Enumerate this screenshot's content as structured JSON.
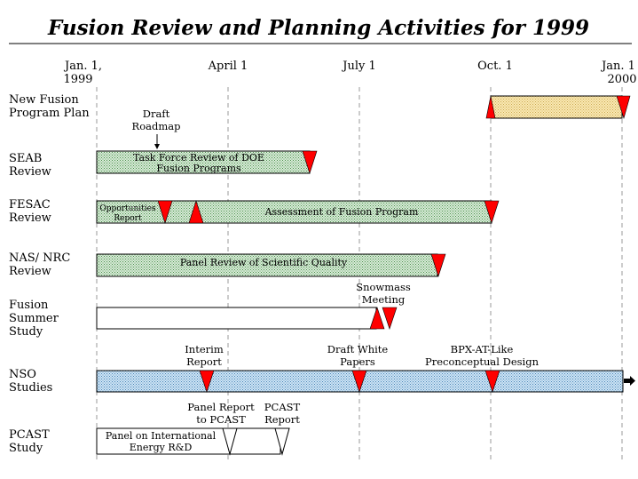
{
  "title": "Fusion Review and Planning Activities for 1999",
  "colors": {
    "milestone": "#ff0000",
    "dotted_green": "#c4e2c4",
    "dotted_blue": "#b9d9ef",
    "yellow": "#f6e0a0",
    "grid": "#999999"
  },
  "timeline": {
    "ticks": [
      {
        "line1": "Jan. 1,",
        "line2": "1999"
      },
      {
        "line1": "April 1",
        "line2": ""
      },
      {
        "line1": "July 1",
        "line2": ""
      },
      {
        "line1": "Oct. 1",
        "line2": ""
      },
      {
        "line1": "Jan. 1",
        "line2": "2000"
      }
    ]
  },
  "rows": [
    {
      "label_lines": [
        "New Fusion",
        "Program Plan"
      ],
      "bar_text": [],
      "annotations": [],
      "fill": "yellow"
    },
    {
      "label_lines": [
        "SEAB",
        "Review"
      ],
      "bar_text": [
        "Task Force Review of DOE",
        "Fusion Programs"
      ],
      "annotations": [
        {
          "lines": [
            "Draft",
            "Roadmap"
          ]
        }
      ],
      "fill": "green"
    },
    {
      "label_lines": [
        "FESAC",
        "Review"
      ],
      "bar_text": [
        "Assessment of  Fusion  Program"
      ],
      "small_text": [
        "Opportunities",
        "Report"
      ],
      "annotations": [],
      "fill": "green"
    },
    {
      "label_lines": [
        "NAS/ NRC",
        "Review"
      ],
      "bar_text": [
        "Panel Review of Scientific Quality"
      ],
      "annotations": [],
      "fill": "green"
    },
    {
      "label_lines": [
        "Fusion",
        "Summer",
        "Study"
      ],
      "bar_text": [],
      "annotations": [
        {
          "lines": [
            "Snowmass",
            "Meeting"
          ]
        }
      ],
      "fill": "white"
    },
    {
      "label_lines": [
        "NSO",
        "Studies"
      ],
      "bar_text": [],
      "annotations": [
        {
          "lines": [
            "Interim",
            "Report"
          ]
        },
        {
          "lines": [
            "Draft White",
            "Papers"
          ]
        },
        {
          "lines": [
            "BPX-AT-Like",
            "Preconceptual Design"
          ]
        }
      ],
      "fill": "blue"
    },
    {
      "label_lines": [
        "PCAST",
        "Study"
      ],
      "bar_text": [
        "Panel on International",
        "Energy R&D"
      ],
      "annotations": [
        {
          "lines": [
            "Panel Report",
            "to PCAST"
          ]
        },
        {
          "lines": [
            "PCAST",
            "Report"
          ]
        }
      ],
      "fill": "white"
    }
  ]
}
